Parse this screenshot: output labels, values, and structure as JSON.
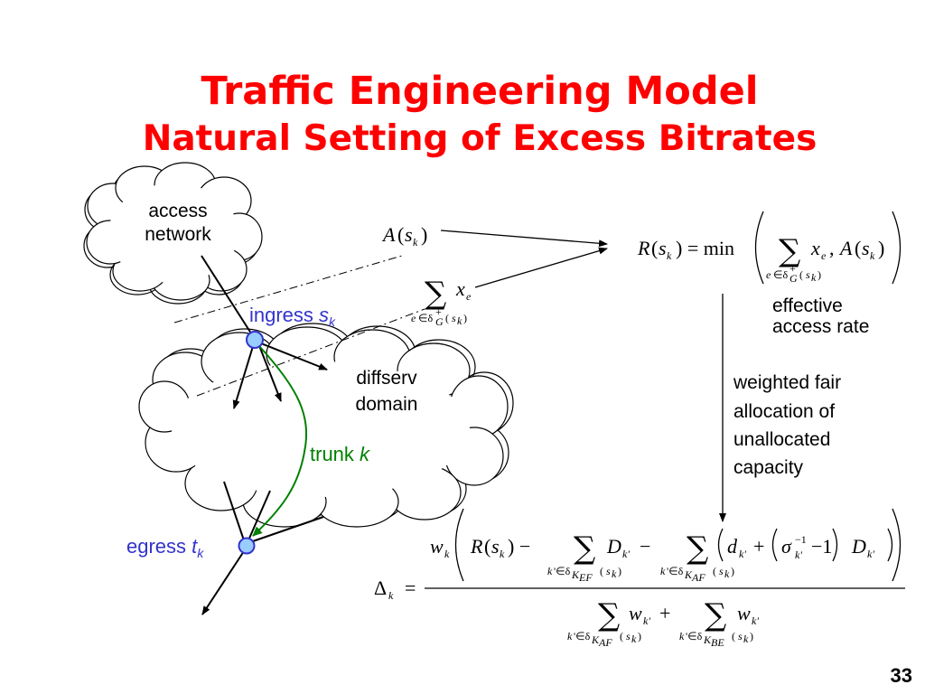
{
  "slide": {
    "title": "Traffic Engineering Model",
    "subtitle": "Natural Setting of Excess Bitrates",
    "page_number": "33"
  },
  "clouds": {
    "access_label_line1": "access",
    "access_label_line2": "network",
    "diffserv_label_line1": "diffserv",
    "diffserv_label_line2": "domain"
  },
  "nodes": {
    "ingress_label": "ingress ",
    "ingress_var": "s",
    "ingress_sub": "k",
    "egress_label": "egress ",
    "egress_var": "t",
    "egress_sub": "k",
    "trunk_label": "trunk ",
    "trunk_var": "k"
  },
  "annotations": {
    "effective_line1": "effective",
    "effective_line2": "access rate",
    "weighted_line1": "weighted fair",
    "weighted_line2": "allocation of",
    "weighted_line3": "unallocated",
    "weighted_line4": "capacity"
  },
  "colors": {
    "title": "#ff0000",
    "node_fill": "#99ccff",
    "node_stroke": "#3333cc",
    "trunk": "#008000",
    "label_blue": "#3333cc"
  }
}
